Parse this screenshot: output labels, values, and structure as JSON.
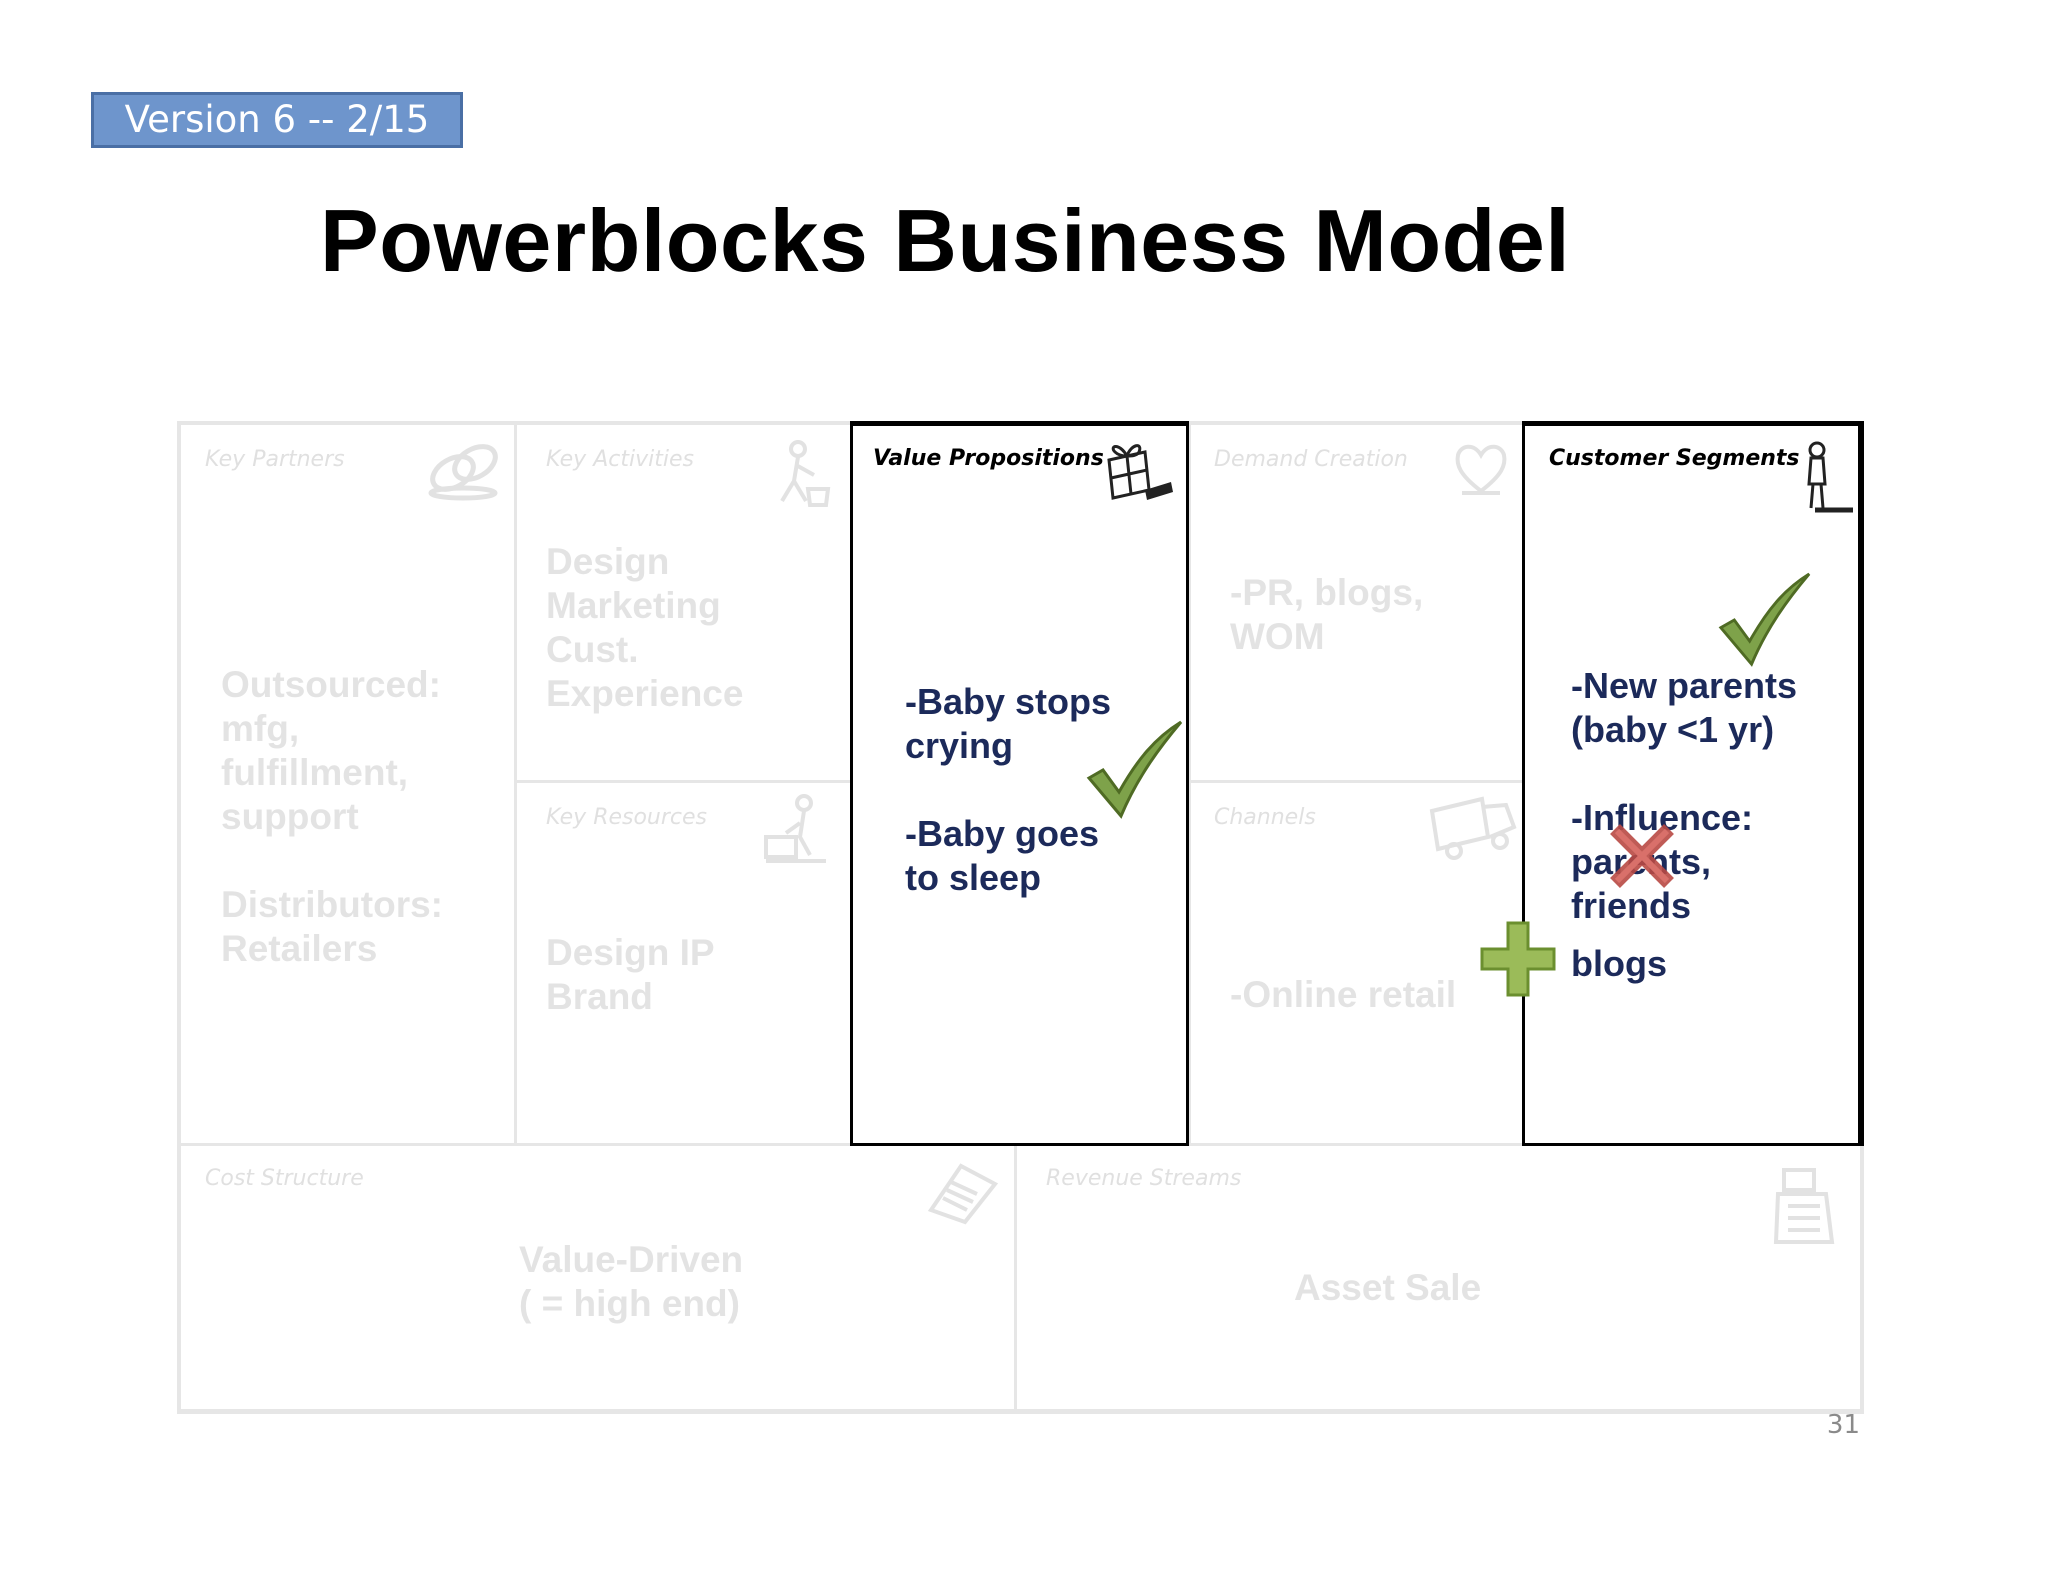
{
  "version_badge": "Version 6 -- 2/15",
  "title": "Powerblocks Business Model",
  "page_number": "31",
  "colors": {
    "badge_bg": "#6e95cc",
    "active_text": "#1c2a5a",
    "faded_text": "#e3e3e3",
    "check_green": "#6b8f2f",
    "cross_red": "#c0504d",
    "plus_green": "#9bbb59"
  },
  "canvas": {
    "key_partners": {
      "heading": "Key Partners",
      "icon": "chain-links-icon",
      "lines": [
        "Outsourced:",
        "mfg,",
        "fulfillment,",
        "support",
        "",
        "Distributors:",
        "Retailers"
      ]
    },
    "key_activities": {
      "heading": "Key Activities",
      "icon": "worker-icon",
      "lines": [
        "Design",
        "Marketing",
        "Cust.",
        "Experience"
      ]
    },
    "key_resources": {
      "heading": "Key Resources",
      "icon": "forklift-worker-icon",
      "lines": [
        "Design IP",
        "Brand"
      ]
    },
    "value_propositions": {
      "heading": "Value Propositions",
      "icon": "gift-box-icon",
      "lines": [
        "-Baby stops",
        "crying",
        "",
        "-Baby goes",
        "to sleep"
      ]
    },
    "demand_creation": {
      "heading": "Demand Creation",
      "icon": "heart-icon",
      "lines": [
        "-PR, blogs,",
        "WOM"
      ]
    },
    "channels": {
      "heading": "Channels",
      "icon": "delivery-truck-icon",
      "lines": [
        "-Online retail"
      ]
    },
    "customer_segments": {
      "heading": "Customer Segments",
      "icon": "person-icon",
      "lines": [
        "-New parents",
        "(baby <1 yr)",
        "",
        "-Influence:",
        "parents,",
        "friends"
      ],
      "added_line": "blogs"
    },
    "cost_structure": {
      "heading": "Cost Structure",
      "icon": "receipt-icon",
      "lines": [
        "Value-Driven",
        "( = high end)"
      ]
    },
    "revenue_streams": {
      "heading": "Revenue Streams",
      "icon": "cash-register-icon",
      "lines": [
        "Asset Sale"
      ]
    }
  }
}
